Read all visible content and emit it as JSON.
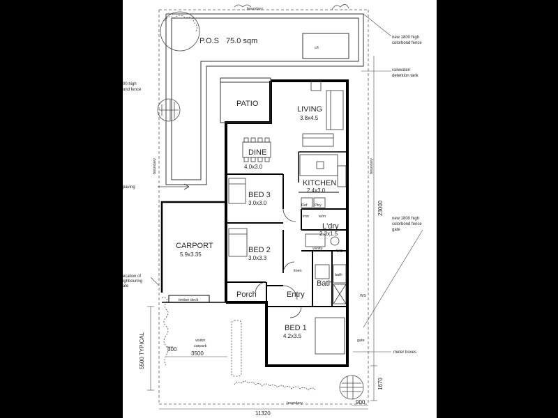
{
  "plan": {
    "pos": "P.O.S",
    "pos_area": "75.0 sqm",
    "rooms": {
      "patio": "PATIO",
      "living": "LIVING",
      "living_dim": "3.8x4.5",
      "dine": "DINE",
      "dine_dim": "4.0x3.0",
      "kitchen": "KITCHEN",
      "kitchen_dim": "2.4x3.0",
      "bed3": "BED 3",
      "bed3_dim": "3.0x3.0",
      "bed2": "BED 2",
      "bed2_dim": "3.0x3.3",
      "carport": "CARPORT",
      "carport_dim": "5.9x3.35",
      "ldry": "L'dry",
      "ldry_dim": "2.3x1.5",
      "porch": "Porch",
      "entry": "Entry",
      "bath": "Bath",
      "bed1": "BED 1",
      "bed1_dim": "4.2x3.5",
      "wc": "WC",
      "linen": "linen",
      "vanity": "vanity",
      "bath_small": "bath",
      "ref": "Ref",
      "ptry": "Ptry",
      "lmn": "lmn",
      "wm": "w/m",
      "ct": "c/t",
      "visitor": "visitor",
      "carpark": "carpark",
      "timber": "timber deck"
    },
    "notes": {
      "boundary_top": "boundary",
      "boundary_bottom": "boundary",
      "boundary_left": "boundary",
      "boundary_right": "boundary",
      "fence_top_1": "new 1800 high",
      "fence_top_2": "colorbond fence",
      "fence_left_1": "00 high",
      "fence_left_2": "ond fence",
      "rainwater_1": "rainwater/",
      "rainwater_2": "detention tank",
      "paving": "paving",
      "fence_right_1": "new 1800 high",
      "fence_right_2": "colorbond fence",
      "fence_right_3": "gate",
      "elev_1": "ecation of",
      "elev_2": "ighbouring",
      "elev_3": "ate",
      "ws": "WS",
      "gate": "gate",
      "meter": "meter boxes"
    },
    "dims": {
      "typical": "5500 TYPICAL",
      "d300": "300",
      "d3500": "3500",
      "d23000": "23000",
      "d1670": "1670",
      "d11320": "11320",
      "d900": "900"
    }
  }
}
